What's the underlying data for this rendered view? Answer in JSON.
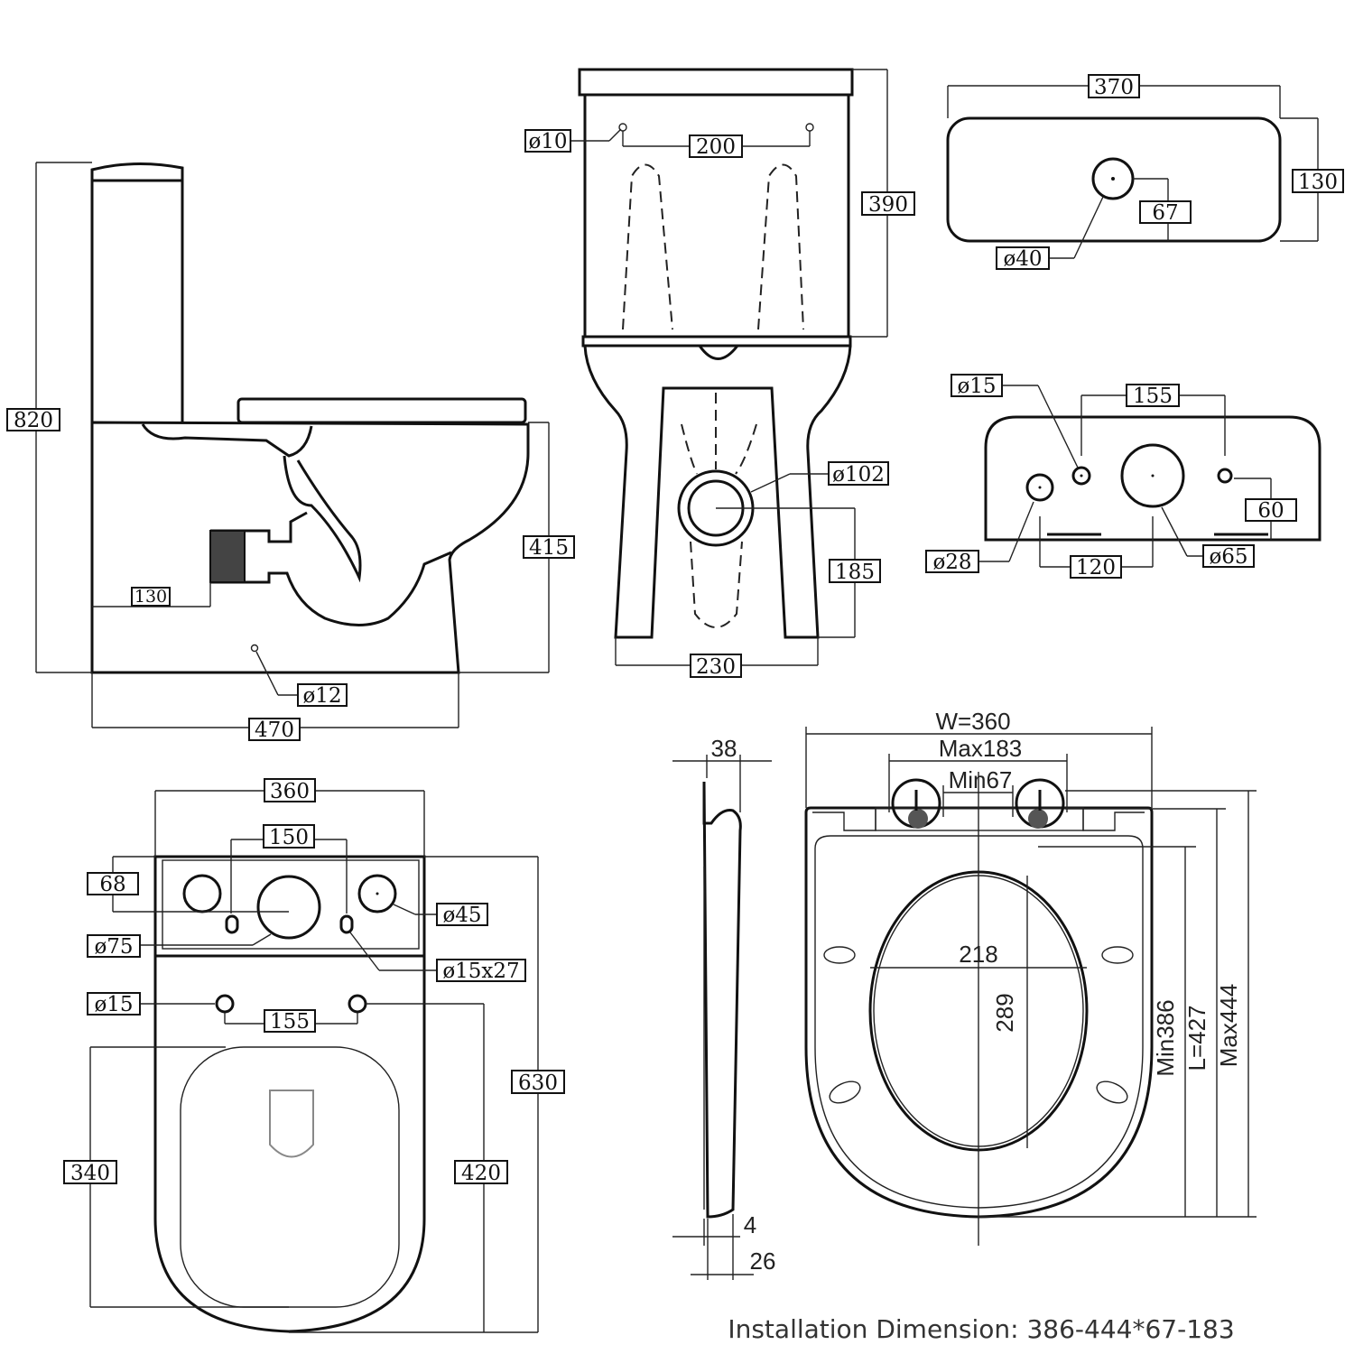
{
  "side_view": {
    "height": "820",
    "bowl_height": "415",
    "outlet_height": "130",
    "fix_hole": "ø12",
    "depth": "470"
  },
  "front_view": {
    "bolt_hole": "ø10",
    "bolt_spacing": "200",
    "cistern_height": "390",
    "outlet_dia": "ø102",
    "outlet_centre": "185",
    "foot_width": "230"
  },
  "lid_top_view": {
    "width": "370",
    "depth": "130",
    "button_offset": "67",
    "button_hole": "ø40"
  },
  "cistern_base_view": {
    "hole_small": "ø15",
    "hole_spacing": "155",
    "inlet_offset": "60",
    "inlet_hole": "ø28",
    "inlet_spacing": "120",
    "flush_hole": "ø65"
  },
  "top_view": {
    "width": "360",
    "hole_spacing": "150",
    "tank_depth": "68",
    "hole_45": "ø45",
    "hole_75": "ø75",
    "slot": "ø15x27",
    "bolt_hole": "ø15",
    "bolt_spacing": "155",
    "total_length": "630",
    "bowl_length": "340",
    "bowl_to_wall": "420"
  },
  "seat_view": {
    "thickness": "38",
    "gap": "4",
    "hinge_depth": "26",
    "width": "W=360",
    "max_hinge": "Max183",
    "min_hinge": "Min67",
    "opening_width": "218",
    "opening_length": "289",
    "min_length": "Min386",
    "length": "L=427",
    "max_length": "Max444"
  },
  "caption": "Installation Dimension: 386-444*67-183"
}
